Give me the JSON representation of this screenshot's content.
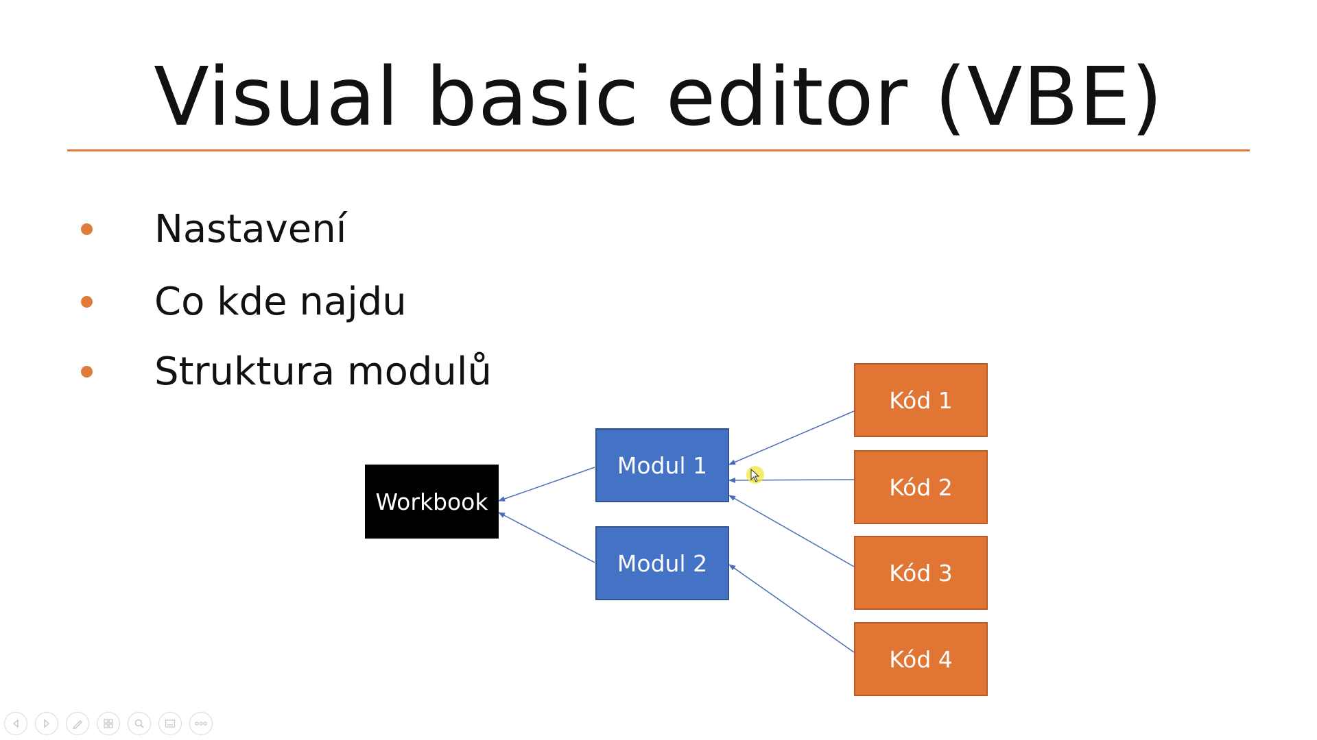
{
  "slide": {
    "title": "Visual basic editor (VBE)",
    "bullets": [
      {
        "text": "Nastavení"
      },
      {
        "text": "Co kde najdu"
      },
      {
        "text": "Struktura modulů"
      }
    ]
  },
  "diagram": {
    "workbook": {
      "label": "Workbook"
    },
    "modules": [
      {
        "label": "Modul 1"
      },
      {
        "label": "Modul 2"
      }
    ],
    "codes": [
      {
        "label": "Kód 1"
      },
      {
        "label": "Kód 2"
      },
      {
        "label": "Kód 3"
      },
      {
        "label": "Kód 4"
      }
    ]
  },
  "toolbar": {
    "buttons": [
      {
        "icon": "previous-icon"
      },
      {
        "icon": "next-icon"
      },
      {
        "icon": "pen-icon"
      },
      {
        "icon": "see-all-slides-icon"
      },
      {
        "icon": "zoom-icon"
      },
      {
        "icon": "subtitles-icon"
      },
      {
        "icon": "more-options-icon"
      }
    ]
  },
  "colors": {
    "accent_orange": "#E07B3A",
    "module_blue": "#4472C4",
    "code_orange": "#E07534",
    "connector": "#4A6FB5"
  }
}
